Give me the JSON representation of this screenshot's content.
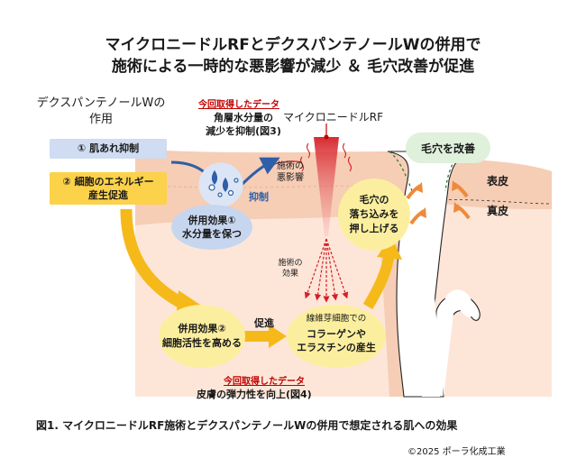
{
  "title": {
    "line1": "マイクロニードルRFとデクスパンテノールWの併用で",
    "line2": "施術による一時的な悪影響が減少 ＆ 毛穴改善が促進"
  },
  "dex": {
    "header_line1": "デクスパンテノールWの",
    "header_line2": "作用",
    "action1": "① 肌あれ抑制",
    "action2_line1": "② 細胞のエネルギー",
    "action2_line2": "産生促進"
  },
  "data_tag": "今回取得したデータ",
  "moisture": {
    "line1": "角層水分量の",
    "line2": "減少を抑制(図3)"
  },
  "rf_label": "マイクロニードルRF",
  "adverse": {
    "line1": "施術の",
    "line2": "悪影響"
  },
  "suppress": "抑制",
  "effect1": {
    "line1": "併用効果①",
    "line2": "水分量を保つ"
  },
  "procedure_effect": {
    "line1": "施術の",
    "line2": "効果"
  },
  "lift": {
    "line1": "毛穴の",
    "line2": "落ち込みを",
    "line3": "押し上げる"
  },
  "pore_improve": "毛穴を改善",
  "epidermis": "表皮",
  "dermis": "真皮",
  "effect2": {
    "line1": "併用効果②",
    "line2": "細胞活性を高める"
  },
  "promote": "促進",
  "fibroblast": {
    "label": "線維芽細胞での",
    "line1": "コラーゲンや",
    "line2": "エラスチンの産生"
  },
  "elasticity": "皮膚の弾力性を向上(図4)",
  "caption": "図1. マイクロニードルRF施術とデクスパンテノールWの併用で想定される肌への効果",
  "copyright": "©2025 ポーラ化成工業",
  "colors": {
    "skin_outer": "#f6cdb5",
    "skin_inner": "#fde6d8",
    "blue_badge": "#cfdcf2",
    "yellow_badge": "#fbd24a",
    "bubble_blue": "#c7d6ef",
    "bubble_yellow": "#fbef9f",
    "arrow_yellow": "#f5b919",
    "accent_red": "#c00000",
    "pore_orange": "#ee8a3a",
    "suppress_blue": "#2e5fa8"
  }
}
